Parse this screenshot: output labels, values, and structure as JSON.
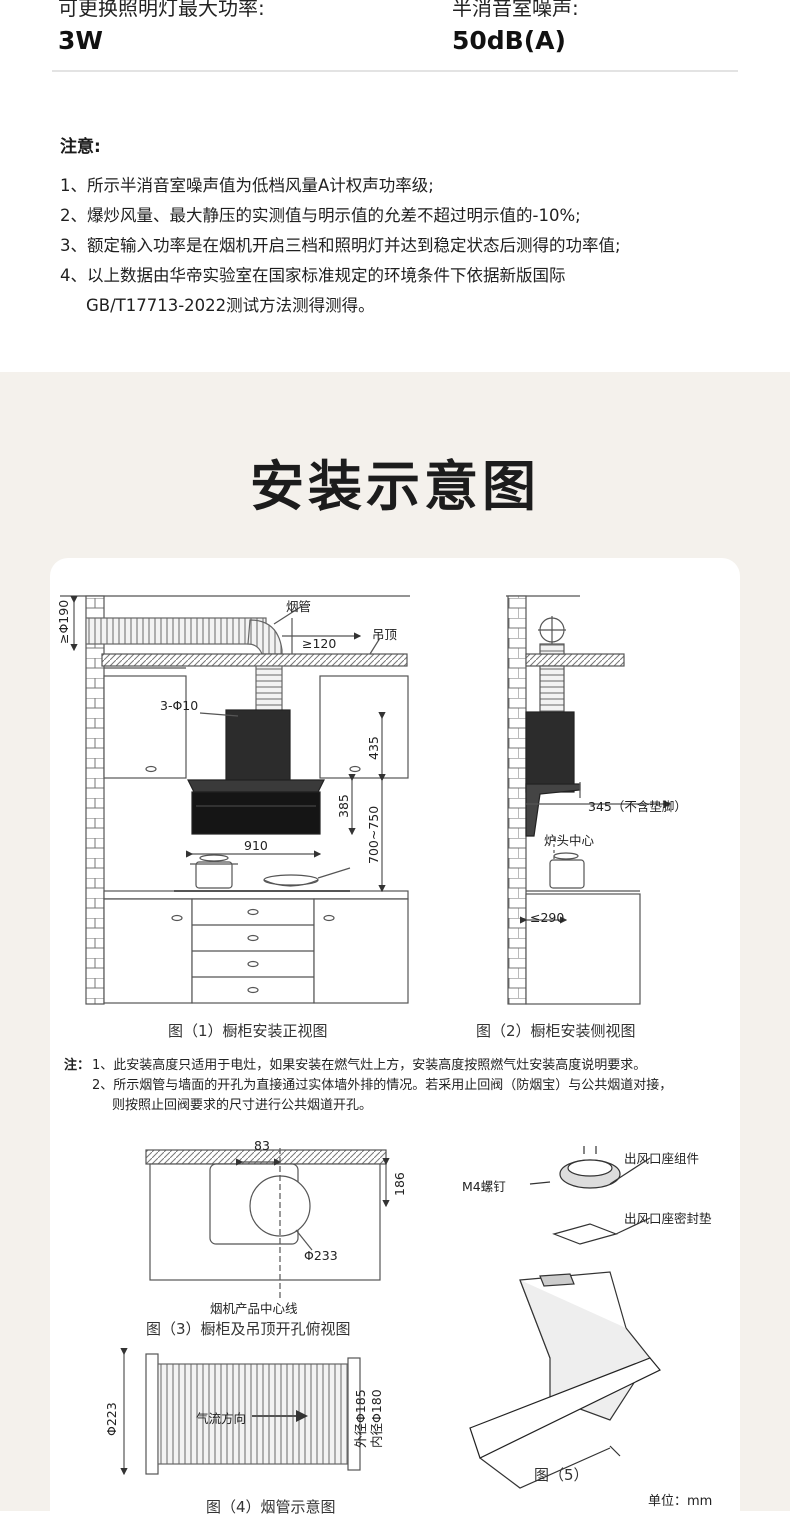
{
  "specs": {
    "left_label": "可更换照明灯最大功率:",
    "left_value": "3W",
    "right_label": "半消音室噪声:",
    "right_value": "50dB(A)"
  },
  "notes": {
    "title": "注意:",
    "items": [
      "1、所示半消音室噪声值为低档风量A计权声功率级;",
      "2、爆炒风量、最大静压的实测值与明示值的允差不超过明示值的-10%;",
      "3、额定输入功率是在烟机开启三档和照明灯并达到稳定状态后测得的功率值;",
      "4、以上数据由华帝实验室在国家标准规定的环境条件下依据新版国际",
      "GB/T17713-2022测试方法测得测得。"
    ]
  },
  "section_title": "安装示意图",
  "fig1": {
    "caption": "图（1）橱柜安装正视图",
    "labels": {
      "duct": "烟管",
      "ceiling": "吊顶",
      "ge120": "≥120",
      "ge190": "≥Φ190",
      "holes": "3-Φ10",
      "d435": "435",
      "d385": "385",
      "d700": "700~750",
      "d910": "910"
    }
  },
  "fig2": {
    "caption": "图（2）橱柜安装侧视图",
    "labels": {
      "d345": "345（不含垫脚）",
      "stove_center": "炉头中心",
      "le290": "≤290"
    }
  },
  "install_notes": {
    "lead": "注：",
    "lines": [
      "1、此安装高度只适用于电灶，如果安装在燃气灶上方，安装高度按照燃气灶安装高度说明要求。",
      "2、所示烟管与墙面的开孔为直接通过实体墙外排的情况。若采用止回阀（防烟宝）与公共烟道对接，",
      "则按照止回阀要求的尺寸进行公共烟道开孔。"
    ]
  },
  "fig3": {
    "caption": "图（3）橱柜及吊顶开孔俯视图",
    "labels": {
      "d83": "83",
      "d186": "186",
      "d233": "Φ233",
      "centerline": "烟机产品中心线"
    }
  },
  "fig4": {
    "caption": "图（4）烟管示意图",
    "labels": {
      "d223": "Φ223",
      "flow": "气流方向",
      "outer": "外径Φ185",
      "inner": "内径Φ180"
    }
  },
  "fig5": {
    "caption": "图（5）",
    "labels": {
      "outlet": "出风口座组件",
      "screw": "M4螺钉",
      "gasket": "出风口座密封垫"
    }
  },
  "unit": "单位：mm",
  "colors": {
    "section_bg": "#f4f1ec",
    "hood_body": "#2c2c2c",
    "line": "#555555"
  }
}
